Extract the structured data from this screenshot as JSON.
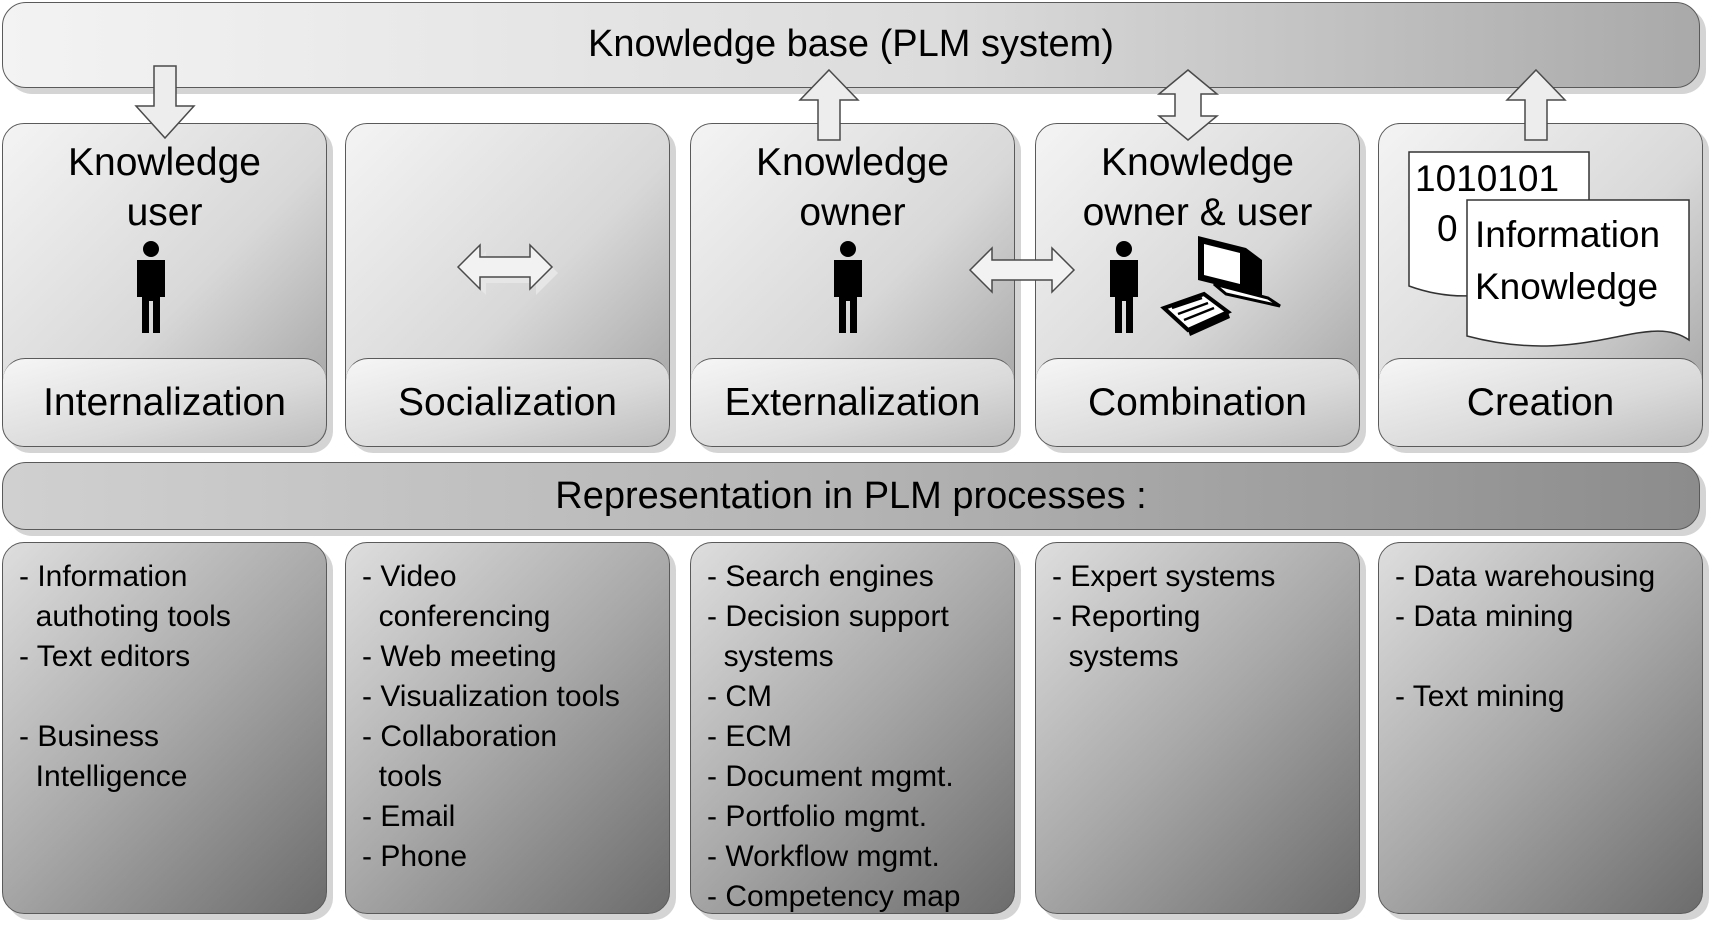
{
  "knowledge_base": {
    "title": "Knowledge base (PLM system)"
  },
  "representation": {
    "title": "Representation in PLM processes :"
  },
  "cards": [
    {
      "title_lines": [
        "Knowledge",
        "user"
      ],
      "label": "Internalization"
    },
    {
      "title_lines": [],
      "label": "Socialization"
    },
    {
      "title_lines": [
        "Knowledge",
        "owner"
      ],
      "label": "Externalization"
    },
    {
      "title_lines": [
        "Knowledge",
        "owner & user"
      ],
      "label": "Combination"
    },
    {
      "title_lines": [],
      "label": "Creation"
    }
  ],
  "creation_doc": {
    "binary_line1": "1010101",
    "binary_line2": "0",
    "info": "Information",
    "knowledge": "Knowledge"
  },
  "lists": [
    [
      "- Information",
      "  authoting tools",
      "- Text editors",
      "",
      "- Business",
      "  Intelligence"
    ],
    [
      "- Video",
      "  conferencing",
      "- Web meeting",
      "- Visualization tools",
      "- Collaboration",
      "  tools",
      "- Email",
      "- Phone"
    ],
    [
      "- Search engines",
      "- Decision support",
      "  systems",
      "- CM",
      "- ECM",
      "- Document mgmt.",
      "- Portfolio mgmt.",
      "- Workflow mgmt.",
      "- Competency map"
    ],
    [
      "- Expert systems",
      "- Reporting",
      "  systems"
    ],
    [
      "- Data warehousing",
      "- Data mining",
      "",
      "- Text mining"
    ]
  ],
  "colors": {
    "outline": "#5a5a5a",
    "shadow": "#d4d4d4",
    "figure": "#000000"
  },
  "icons": [
    "person-icon",
    "computer-icon",
    "double-arrow-icon",
    "up-arrow-icon",
    "down-arrow-icon",
    "document-icon"
  ]
}
